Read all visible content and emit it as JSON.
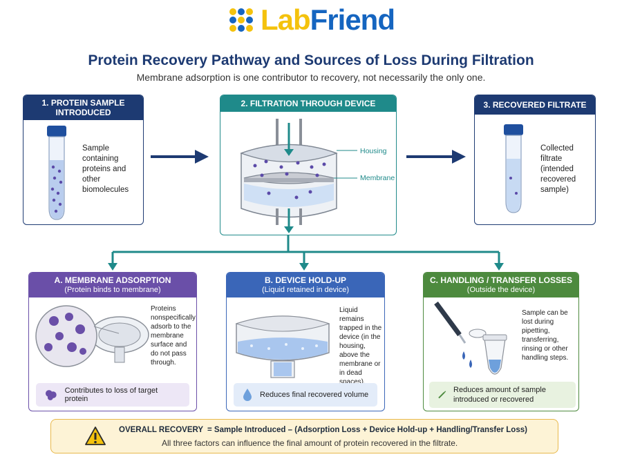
{
  "logo": {
    "lab": "Lab",
    "friend": "Friend"
  },
  "title": "Protein Recovery Pathway and Sources of Loss During Filtration",
  "subtitle": "Membrane adsorption is one contributor to recovery, not necessarily the only one.",
  "steps": [
    {
      "header": "1. PROTEIN SAMPLE INTRODUCED",
      "desc": "Sample containing proteins and other biomolecules"
    },
    {
      "header": "2. FILTRATION THROUGH DEVICE",
      "label_housing": "Housing",
      "label_membrane": "Membrane"
    },
    {
      "header": "3. RECOVERED FILTRATE",
      "desc": "Collected filtrate (intended recovered sample)"
    }
  ],
  "losses": [
    {
      "header": "A. MEMBRANE ADSORPTION",
      "subheader": "(Protein binds to membrane)",
      "desc": "Proteins nonspecifically adsorb to the membrane surface and do not pass through.",
      "footer": "Contributes to loss of target protein"
    },
    {
      "header": "B. DEVICE HOLD-UP",
      "subheader": "(Liquid retained in device)",
      "desc": "Liquid remains trapped in the device (in the housing, above the membrane or in dead spaces).",
      "footer": "Reduces final recovered volume"
    },
    {
      "header": "C. HANDLING / TRANSFER LOSSES",
      "subheader": "(Outside the device)",
      "desc": "Sample can be lost during pipetting, transferring, rinsing or other handling steps.",
      "footer": "Reduces amount of sample introduced or recovered"
    }
  ],
  "overall": {
    "label": "OVERALL RECOVERY",
    "formula": "= Sample Introduced – (Adsorption Loss + Device Hold-up + Handling/Transfer Loss)",
    "note": "All three factors can influence the final amount of protein recovered in the filtrate."
  },
  "colors": {
    "navy": "#1d3a72",
    "teal": "#1f8a8a",
    "purple": "#6a4fa8",
    "blue": "#3a66b8",
    "green": "#4d8a3e"
  }
}
